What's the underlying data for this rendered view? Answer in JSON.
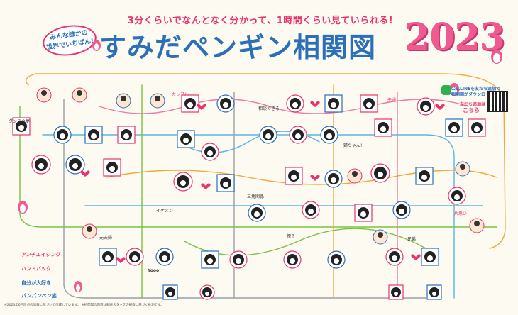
{
  "header": {
    "tagline": "3分くらいでなんとなく分かって、1時間くらい見ていられる!",
    "badge_line1": "みんな誰かの",
    "badge_line2": "世界でいちばん!",
    "title": "すみだペンギン相関図",
    "year": "2023"
  },
  "line_banner": {
    "line1": "公式LINEを友だち追加で",
    "line2": "相関図がダウンロードできる!",
    "friend_label": "友だち追加は",
    "friend_cta": "こちら"
  },
  "legend": {
    "heading1": "アンチエイジング",
    "heading2": "ハンドバック",
    "heading3": "自分が大好き",
    "heading4": "パンパンペン族"
  },
  "labels": [
    {
      "text": "ダンスの夢",
      "name": "label-dance"
    },
    {
      "text": "カップル",
      "name": "label-couple"
    },
    {
      "text": "相談できる",
      "name": "label-consult"
    },
    {
      "text": "夫婦",
      "name": "label-married"
    },
    {
      "text": "元夫婦",
      "name": "label-ex-married"
    },
    {
      "text": "親子",
      "name": "label-parent-child"
    },
    {
      "text": "兄弟",
      "name": "label-siblings"
    },
    {
      "text": "Yooo!",
      "name": "label-yooo"
    },
    {
      "text": "イケメン",
      "name": "label-ikemen"
    },
    {
      "text": "姉ちゃん!",
      "name": "label-sister"
    },
    {
      "text": "三角関係",
      "name": "label-triangle"
    },
    {
      "text": "片思い",
      "name": "label-one-sided"
    }
  ],
  "footnote": "※2023年6月時点の情報に基づいて作成しています。 ※相関図の内容は飼育スタッフの観察に基づく推測です。",
  "colors": {
    "title_blue": "#2a6fb8",
    "accent_pink": "#e8336f",
    "year_pink": "#ef5a8f",
    "line_orange": "#f2a93b",
    "line_green": "#7ac143",
    "line_blue": "#5ab4e5",
    "line_gray": "#9aa0a6",
    "line_pink": "#ef7aa6"
  }
}
